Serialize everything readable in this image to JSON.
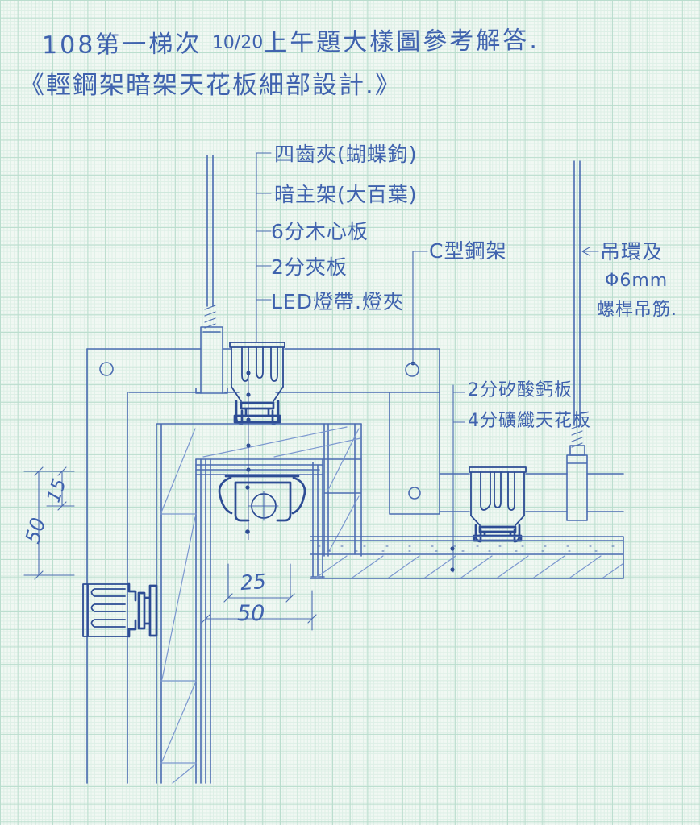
{
  "colors": {
    "paper": "#f1f8f3",
    "grid_minor": "#ddefe6",
    "grid_major": "#b9ddcd",
    "ink": "#4b6cb1",
    "ink_dark": "#2d4c94",
    "hatch": "#7b97cf",
    "text": "#3f62ae"
  },
  "title": {
    "line1_prefix": "108第一梯次",
    "line1_fraction": "10/20",
    "line1_suffix": "上午題大樣圖參考解答.",
    "line2": "《輕鋼架暗架天花板細部設計.》"
  },
  "callouts": {
    "left_group": [
      {
        "label": "四齒夾(蝴蝶鉤)"
      },
      {
        "label": "暗主架(大百葉)"
      },
      {
        "label": "6分木心板"
      },
      {
        "label": "2分夾板"
      },
      {
        "label": "LED燈帶.燈夾"
      }
    ],
    "c_channel": "C型鋼架",
    "hanger_line1": "吊環及",
    "hanger_line2": "Φ6mm",
    "hanger_line3": "螺桿吊筋.",
    "boards": [
      {
        "label": "2分矽酸鈣板"
      },
      {
        "label": "4分礦纖天花板"
      }
    ]
  },
  "dimensions": {
    "left_upper": "15",
    "left_lower": "50",
    "bottom_inner": "25",
    "bottom_outer": "50"
  }
}
